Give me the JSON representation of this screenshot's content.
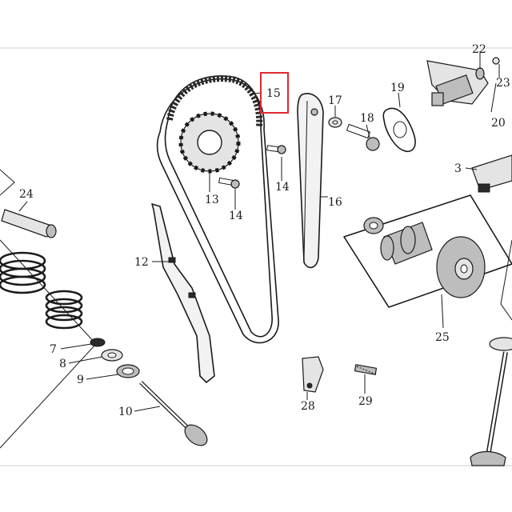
{
  "callouts": [
    {
      "id": "c22",
      "text": "22"
    },
    {
      "id": "c23",
      "text": "23"
    },
    {
      "id": "c19",
      "text": "19"
    },
    {
      "id": "c20",
      "text": "20"
    },
    {
      "id": "c17",
      "text": "17"
    },
    {
      "id": "c18",
      "text": "18"
    },
    {
      "id": "c15",
      "text": "15"
    },
    {
      "id": "c3",
      "text": "3"
    },
    {
      "id": "c14a",
      "text": "14"
    },
    {
      "id": "c14b",
      "text": "14"
    },
    {
      "id": "c13",
      "text": "13"
    },
    {
      "id": "c16",
      "text": "16"
    },
    {
      "id": "c24",
      "text": "24"
    },
    {
      "id": "c12",
      "text": "12"
    },
    {
      "id": "c25",
      "text": "25"
    },
    {
      "id": "c7",
      "text": "7"
    },
    {
      "id": "c8",
      "text": "8"
    },
    {
      "id": "c9",
      "text": "9"
    },
    {
      "id": "c10",
      "text": "10"
    },
    {
      "id": "c28",
      "text": "28"
    },
    {
      "id": "c29",
      "text": "29"
    }
  ],
  "highlighted_callout": "15",
  "highlight_color": "#e0282f"
}
